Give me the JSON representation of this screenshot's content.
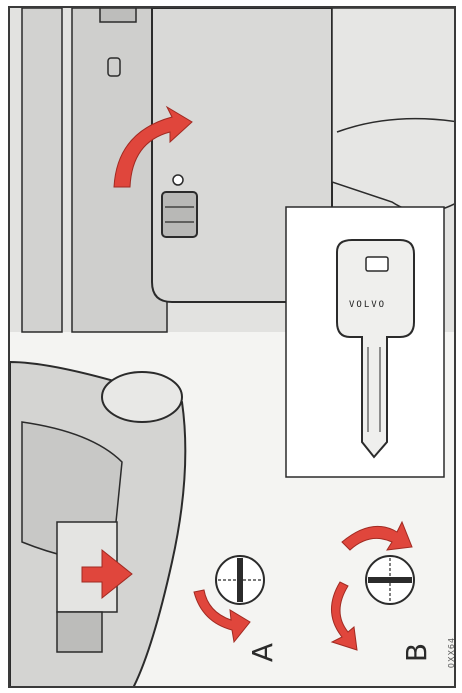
{
  "labels": {
    "a": "A",
    "b": "B"
  },
  "key_brand": "VOLVO",
  "figure_code": "0XX64",
  "colors": {
    "arrow": "#e0463c",
    "line": "#2b2b2b",
    "panel": "#dededc",
    "paper": "#f4f4f2",
    "insert": "#ffffff"
  },
  "icons": [
    "curved-arrow-icon",
    "key-icon",
    "lock-position-a-icon",
    "lock-position-b-icon",
    "rotate-arrow-icon"
  ]
}
